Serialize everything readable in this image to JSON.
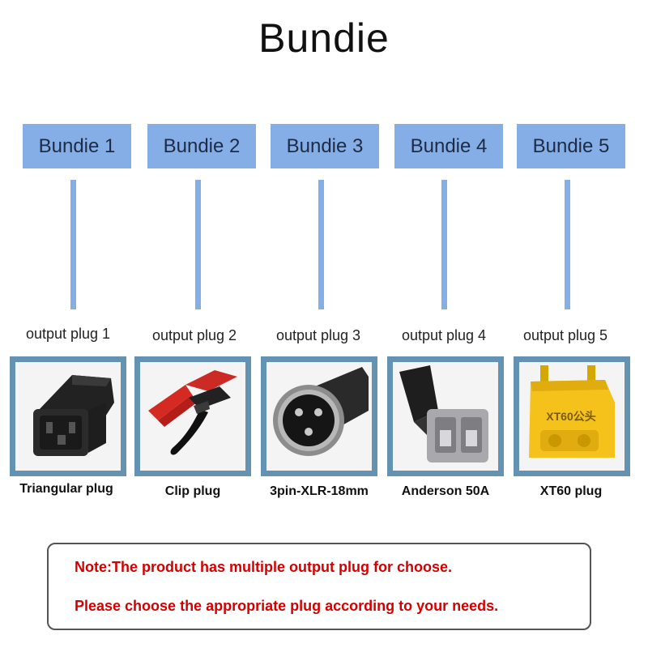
{
  "title": "Bundie",
  "bundles": [
    {
      "box_label": "Bundie 1",
      "plug_label": "output plug 1",
      "caption": "Triangular plug",
      "icon": "triangular-plug-icon"
    },
    {
      "box_label": "Bundie 2",
      "plug_label": "output plug 2",
      "caption": "Clip plug",
      "icon": "clip-plug-icon"
    },
    {
      "box_label": "Bundie 3",
      "plug_label": "output plug 3",
      "caption": "3pin-XLR-18mm",
      "icon": "xlr-plug-icon"
    },
    {
      "box_label": "Bundie 4",
      "plug_label": "output plug 4",
      "caption": "Anderson 50A",
      "icon": "anderson-plug-icon"
    },
    {
      "box_label": "Bundie 5",
      "plug_label": "output plug 5",
      "caption": "XT60 plug",
      "icon": "xt60-plug-icon"
    }
  ],
  "xt60_text": "XT60公头",
  "note": {
    "line1": "Note:The product has multiple output plug for choose.",
    "line2": "Please choose the appropriate plug according to your needs."
  },
  "colors": {
    "box": "#86aee6",
    "photo_frame": "#6392b3",
    "note_text": "#d40000"
  }
}
